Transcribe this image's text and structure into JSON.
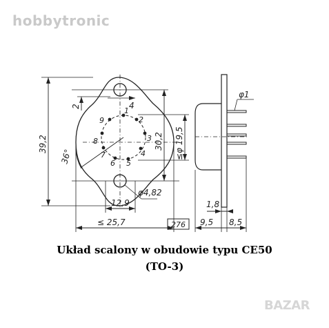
{
  "watermark": {
    "text": "hobbytronic",
    "color": "#c9c9c9"
  },
  "logo": {
    "text": "BAZAR",
    "color": "#d2d2d2"
  },
  "drawing": {
    "pins": [
      {
        "label": "1"
      },
      {
        "label": "2"
      },
      {
        "label": "3"
      },
      {
        "label": "4"
      },
      {
        "label": "5"
      },
      {
        "label": "6"
      },
      {
        "label": "7"
      },
      {
        "label": "8"
      },
      {
        "label": "9"
      }
    ],
    "dimensions": {
      "height_total": "39,2",
      "mount_spacing": "30,2",
      "circle_diameter": "≤φ 19,5",
      "hole_diameter": "φ4,82",
      "pin_diameter": "φ1",
      "angle": "36°",
      "width_total": "≤ 25,7",
      "hole_spacing": "12,9",
      "top_offset_1": "2",
      "top_offset_2": "4",
      "flange": "1,8",
      "body_depth": "9,5",
      "pin_length": "8,5"
    },
    "figure_number": "276"
  },
  "caption": {
    "line1": "Układ scalony w obudowie typu CE50",
    "line2": "(TO-3)"
  },
  "colors": {
    "ink": "#222222",
    "paper": "#ffffff"
  }
}
